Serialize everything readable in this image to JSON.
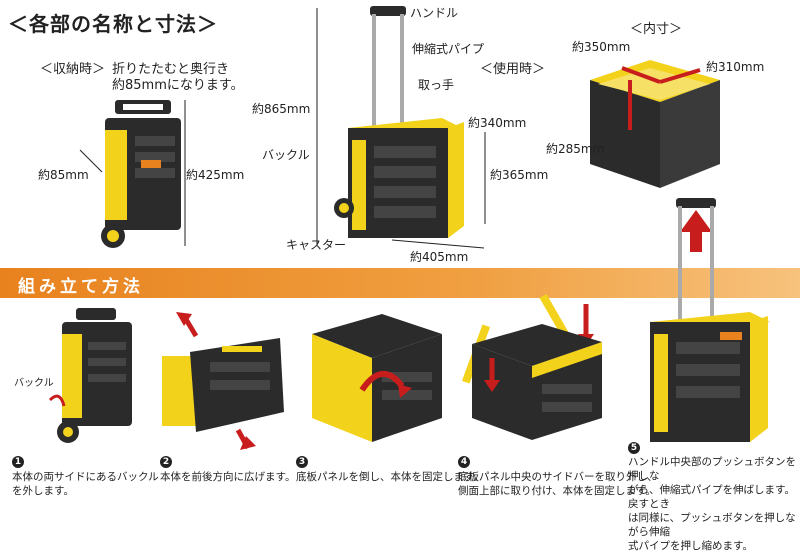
{
  "header": {
    "title": "＜各部の名称と寸法＞"
  },
  "folded": {
    "label": "＜収納時＞",
    "note_line1": "折りたたむと奥行き",
    "note_line2": "約85mmになります。",
    "depth": "約85mm",
    "height": "約425mm"
  },
  "in_use": {
    "label": "＜使用時＞",
    "parts": {
      "handle": "ハンドル",
      "pipe": "伸縮式パイプ",
      "grip": "取っ手",
      "buckle": "バックル",
      "caster": "キャスター"
    },
    "height_total": "約865mm",
    "depth": "約340mm",
    "height_box": "約365mm",
    "width": "約405mm"
  },
  "inner": {
    "label": "＜内寸＞",
    "w": "約350mm",
    "d": "約310mm",
    "h": "約285mm"
  },
  "assembly": {
    "title": "組み立て方法",
    "buckle_label": "バックル",
    "steps": [
      {
        "num": "1",
        "line1": "本体の両サイドにあるバックル",
        "line2": "を外します。"
      },
      {
        "num": "2",
        "line1": "本体を前後方向に広げます。",
        "line2": ""
      },
      {
        "num": "3",
        "line1": "底板パネルを倒し、本体を固定します。",
        "line2": ""
      },
      {
        "num": "4",
        "line1": "底板パネル中央のサイドバーを取り外し、",
        "line2": "側面上部に取り付け、本体を固定します。"
      },
      {
        "num": "5",
        "line1": "ハンドル中央部のプッシュボタンを押しな",
        "line2": "がら、伸縮式パイプを伸ばします。戻すとき",
        "line3": "は同様に、プッシュボタンを押しながら伸縮",
        "line4": "式パイプを押し縮めます。"
      }
    ]
  },
  "colors": {
    "body": "#2b2b2b",
    "accent": "#f2d21b",
    "orange": "#e8821e",
    "arrow": "#c81d1d"
  }
}
